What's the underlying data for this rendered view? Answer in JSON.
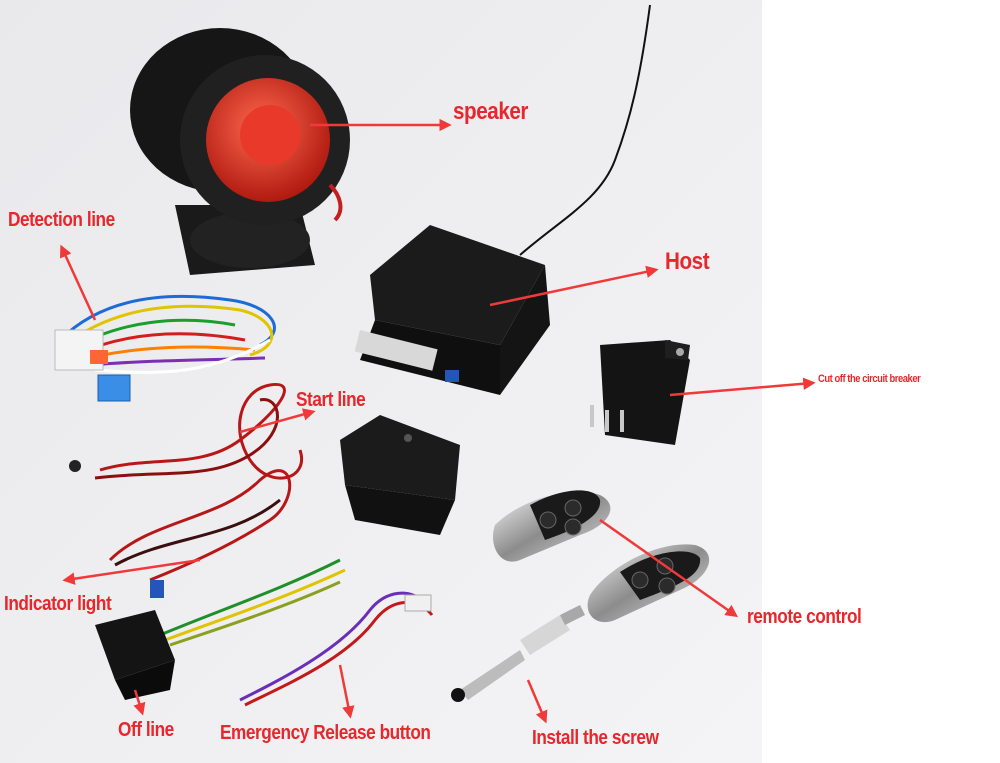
{
  "labels": {
    "speaker": "speaker",
    "detection_line": "Detection line",
    "host": "Host",
    "cut_off": "Cut off the circuit breaker",
    "start_line": "Start line",
    "indicator_light": "Indicator light",
    "remote_control": "remote control",
    "off_line": "Off line",
    "emergency_release": "Emergency Release button",
    "install_screw": "Install the screw"
  },
  "colors": {
    "label_text": "#e8262b",
    "arrow": "#f03a3a",
    "background": "#eeeef0"
  }
}
